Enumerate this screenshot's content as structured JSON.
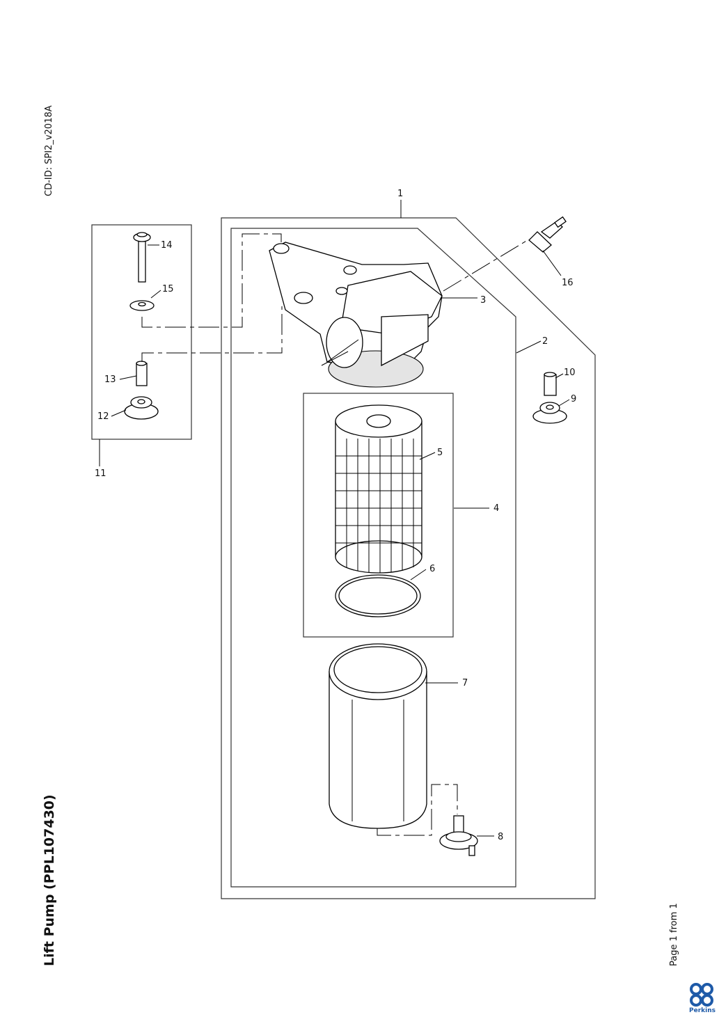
{
  "header": {
    "cd_id": "CD-ID: SPI2_v2018A",
    "title": "Lift Pump (PPL107430)",
    "page": "Page 1 from 1"
  },
  "brand": {
    "name": "Perkins",
    "color": "#1e5aa8"
  },
  "diagram": {
    "callouts": [
      "1",
      "2",
      "3",
      "4",
      "5",
      "6",
      "7",
      "8",
      "9",
      "10",
      "11",
      "12",
      "13",
      "14",
      "15",
      "16"
    ]
  }
}
